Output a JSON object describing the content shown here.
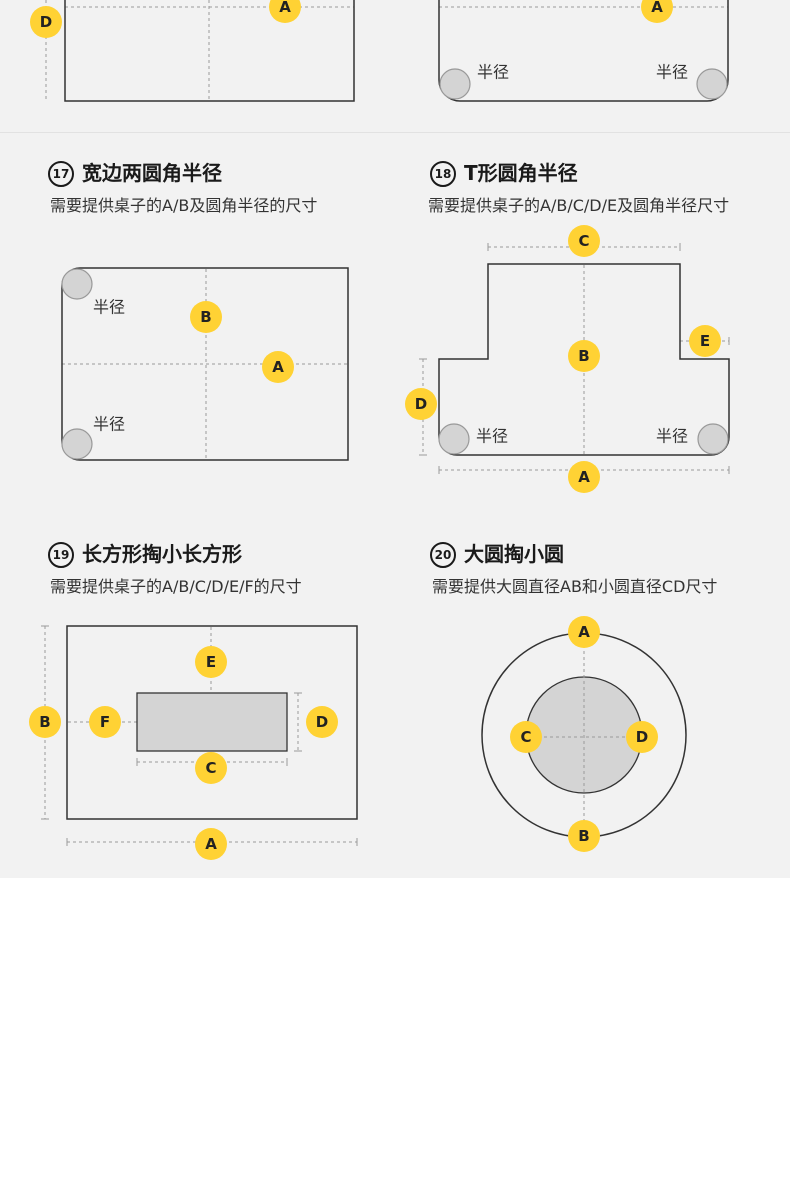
{
  "sections": [
    {
      "num": "17",
      "title": "宽边两圆角半径",
      "desc": "需要提供桌子的A/B及圆角半径的尺寸"
    },
    {
      "num": "18",
      "title": "T形圆角半径",
      "desc": "需要提供桌子的A/B/C/D/E及圆角半径尺寸"
    },
    {
      "num": "19",
      "title": "长方形掏小长方形",
      "desc": "需要提供桌子的A/B/C/D/E/F的尺寸"
    },
    {
      "num": "20",
      "title": "大圆掏小圆",
      "desc": "需要提供大圆直径AB和小圆直径CD尺寸"
    }
  ],
  "labels": {
    "A": "A",
    "B": "B",
    "C": "C",
    "D": "D",
    "E": "E",
    "F": "F",
    "radius": "半径"
  },
  "colors": {
    "badge": "#ffd234",
    "panel": "#f2f2f2"
  }
}
